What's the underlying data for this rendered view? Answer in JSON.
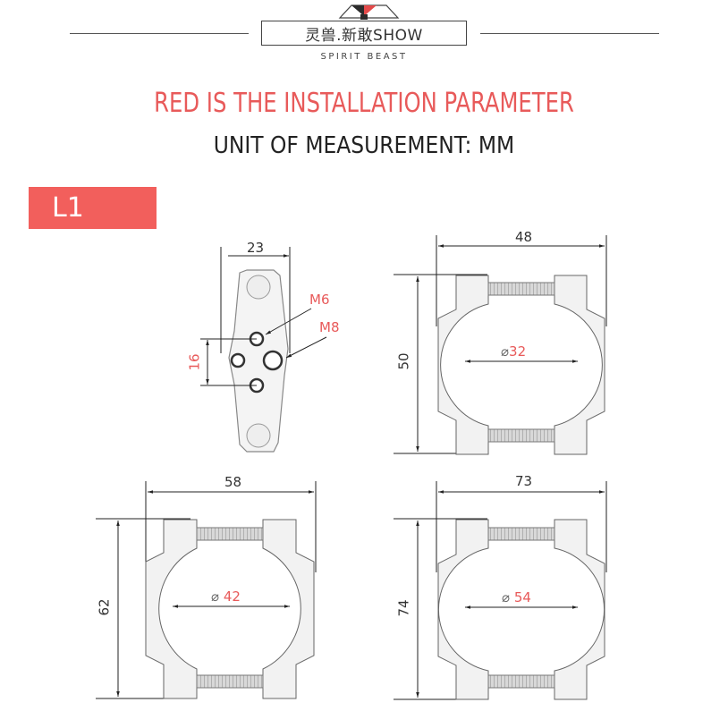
{
  "header": {
    "brand_title": "灵兽.新敢SHOW",
    "brand_subtitle": "SPIRIT BEAST",
    "logo_colors": {
      "dark": "#2b2b2b",
      "accent": "#e34a4a"
    }
  },
  "headline": "RED IS THE INSTALLATION PARAMETER",
  "subheadline": "UNIT OF MEASUREMENT: MM",
  "section_badge": "L1",
  "colors": {
    "accent": "#f25f5c",
    "install_param": "#e85a5a",
    "text": "#222222"
  },
  "diagrams": {
    "plate": {
      "width": "23",
      "hole_spacing": "16",
      "hole_small": "M6",
      "hole_large": "M8"
    },
    "clamp_32": {
      "width": "48",
      "height": "50",
      "diameter_symbol": "⌀",
      "diameter": "32"
    },
    "clamp_42": {
      "width": "58",
      "height": "62",
      "diameter_symbol": "⌀",
      "diameter": "42"
    },
    "clamp_54": {
      "width": "73",
      "height": "74",
      "diameter_symbol": "⌀",
      "diameter": "54"
    }
  }
}
